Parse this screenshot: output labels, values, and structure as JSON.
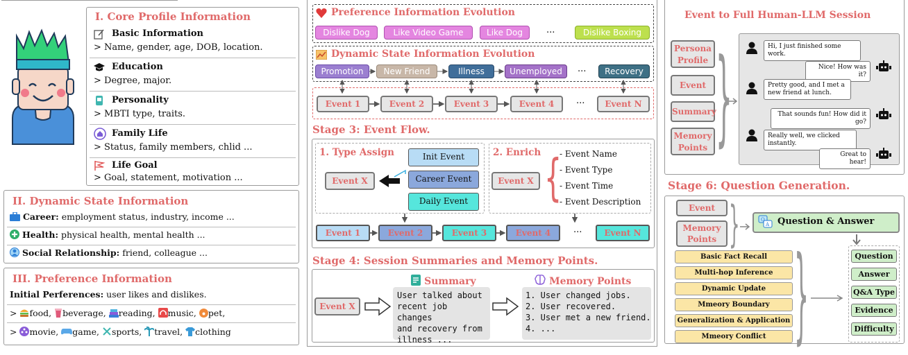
{
  "core": {
    "title": "I. Core Profile Information",
    "items": [
      {
        "label": "Basic Information",
        "desc": "> Name, gender, age, DOB, location."
      },
      {
        "label": "Education",
        "desc": "> Degree, major."
      },
      {
        "label": "Personality",
        "desc": "> MBTI type, traits."
      },
      {
        "label": "Family Life",
        "desc": "> Status, family members, chlid ..."
      },
      {
        "label": "Life Goal",
        "desc": "> Goal, statement, motivation ..."
      }
    ]
  },
  "dynamic": {
    "title": "II. Dynamic State Information",
    "items": [
      {
        "label": "Career:",
        "desc": " employment status, industry, income ..."
      },
      {
        "label": "Health:",
        "desc": " physical health, mental health ..."
      },
      {
        "label": "Social Relationship:",
        "desc": " friend, colleague ..."
      }
    ]
  },
  "preference": {
    "title": "III. Preference Information",
    "initial_label": "Initial Perferences:",
    "initial_desc": " user likes and dislikes.",
    "row1": [
      ">",
      "food,",
      "beverage,",
      "reading,",
      "music,",
      "pet,"
    ],
    "row2": [
      ">",
      "movie,",
      "game,",
      "sports,",
      "travel,",
      "clothing"
    ]
  },
  "evolution": {
    "pref_title": "Preference Information Evolution",
    "pref_chips": [
      "Dislike Dog",
      "Like Video Game",
      "Like Dog",
      "...",
      "Dislike Boxing"
    ],
    "dyn_title": "Dynamic State Information Evolution",
    "dyn_chips": [
      "Promotion",
      "New Friend",
      "Illness",
      "Unemployed",
      "...",
      "Recovery"
    ],
    "events": [
      "Event 1",
      "Event 2",
      "Event 3",
      "Event 4",
      "...",
      "Event N"
    ]
  },
  "stage3": {
    "title": "Stage 3: Event Flow.",
    "type_assign": "1. Type Assign",
    "enrich": "2. Enrich",
    "event_x": "Event X",
    "types": [
      "Init Event",
      "Career Event",
      "Daily Event"
    ],
    "enrich_items": [
      "- Event Name",
      "- Event Type",
      "- Event Time",
      "- Event Description"
    ],
    "flow": [
      "Event 1",
      "Event 2",
      "Event 3",
      "Event 4",
      "...",
      "Event N"
    ]
  },
  "stage4": {
    "title": "Stage 4: Session Summaries and Memory Points.",
    "event_x": "Event X",
    "summary_title": "Summary",
    "summary_text": [
      "User talked about",
      "recent job changes",
      "and recovery from",
      "illness ..."
    ],
    "memory_title": "Memory Points",
    "memory_text": [
      "1. User changed jobs.",
      "2. User recovered.",
      "3. User met a new friend.",
      "4. ..."
    ]
  },
  "stage5": {
    "title": "Event to  Full Human-LLM Session",
    "inputs": [
      "Persona Profile",
      "Event",
      "Summary",
      "Memory Points"
    ],
    "chat": [
      {
        "role": "user",
        "text": "Hi, I just finished some work."
      },
      {
        "role": "bot",
        "text": "Nice! How was it?"
      },
      {
        "role": "user",
        "text": "Pretty good, and I met a new friend at lunch."
      },
      {
        "role": "bot",
        "text": "That sounds fun! How did it go?"
      },
      {
        "role": "user",
        "text": "Really well, we clicked instantly."
      },
      {
        "role": "bot",
        "text": "Great to hear!"
      }
    ]
  },
  "stage6": {
    "title": "Stage 6: Question Generation.",
    "event": "Event",
    "memory": "Memory Points",
    "qa": "Question & Answer",
    "types": [
      "Basic Fact Recall",
      "Multi-hop Inference",
      "Dynamic Update",
      "Mmeory Boundary",
      "Generalization & Application",
      "Mmeory Conflict"
    ],
    "fields": [
      "Question",
      "Answer",
      "Q&A Type",
      "Evidence",
      "Difficulty"
    ]
  },
  "colors": {
    "accent_red": "#e06a6a",
    "pref_chip": "#e486e0",
    "pref_chip_last": "#bde04e",
    "dyn_promotion": "#9b7fd0",
    "dyn_newfriend": "#c8b7a8",
    "dyn_illness": "#406e9a",
    "dyn_unemployed": "#a472c8",
    "dyn_recovery": "#3e7085",
    "init_event": "#b8dcf5",
    "career_event": "#8ba8dc",
    "daily_event": "#56e6dc"
  }
}
